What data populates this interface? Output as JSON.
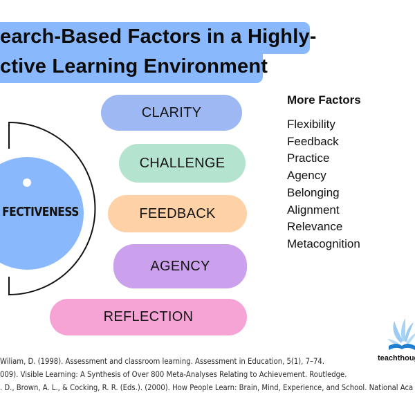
{
  "title": {
    "line1": "earch-Based Factors in a Highly-",
    "line2": "ctive Learning Environment",
    "banner_color": "#8ab8fd"
  },
  "hub": {
    "label": "FECTIVENESS",
    "color": "#8ab8fd"
  },
  "factors": [
    {
      "label": "CLARITY",
      "color": "#9db8f2"
    },
    {
      "label": "CHALLENGE",
      "color": "#b4e3d0"
    },
    {
      "label": "FEEDBACK",
      "color": "#fed2a6"
    },
    {
      "label": "AGENCY",
      "color": "#cba0ec"
    },
    {
      "label": "REFLECTION",
      "color": "#f6a3d6"
    }
  ],
  "more_factors": {
    "heading": "More Factors",
    "items": [
      "Flexibility",
      "Feedback",
      "Practice",
      "Agency",
      "Belonging",
      "Alignment",
      "Relevance",
      "Metacognition"
    ]
  },
  "logo": {
    "icon": "teachthought-logo-icon",
    "text": "teachthoug"
  },
  "references": [
    "Wiliam, D. (1998). Assessment and classroom learning. Assessment in Education, 5(1), 7–74.",
    "009). Visible Learning: A Synthesis of Over 800 Meta-Analyses Relating to Achievement. Routledge.",
    ". D., Brown, A. L., & Cocking, R. R. (Eds.). (2000). How People Learn: Brain, Mind, Experience, and School. National Aca"
  ]
}
